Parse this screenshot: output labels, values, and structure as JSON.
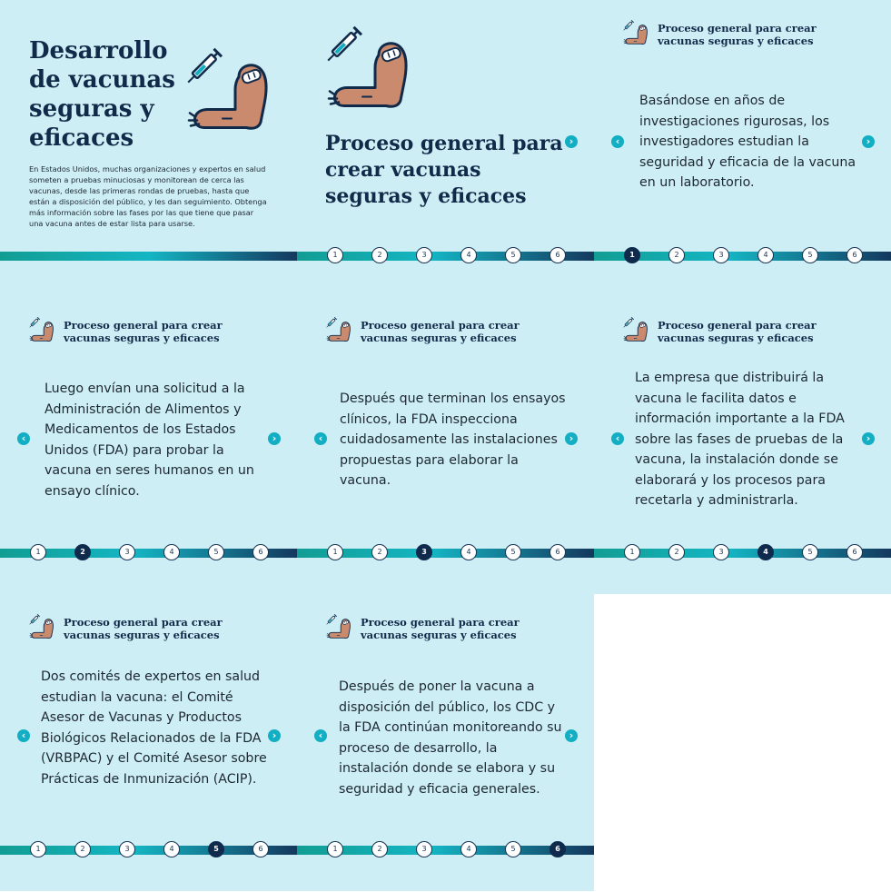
{
  "intro": {
    "title": "Desarrollo de vacunas seguras y eficaces",
    "text": "En Estados Unidos, muchas organizaciones y expertos en salud someten a pruebas minuciosas y monitorean de cerca las vacunas, desde las primeras rondas de pruebas, hasta que están a disposición del público, y les dan seguimiento. Obtenga más información sobre las fases por las que tiene que pasar una vacuna antes de estar lista para usarse."
  },
  "cover": {
    "title": "Proceso general para crear vacunas seguras y eficaces"
  },
  "header_title": "Proceso general para crear vacunas seguras y eficaces",
  "step_labels": [
    "1",
    "2",
    "3",
    "4",
    "5",
    "6"
  ],
  "slides": [
    {
      "step": 1,
      "text": "Basándose en años de investigaciones rigurosas, los investigadores estudian la seguridad y eficacia de la vacuna en un laboratorio."
    },
    {
      "step": 2,
      "text": "Luego envían una solicitud a la Administración de Alimentos y Medicamentos de los Estados Unidos (FDA) para probar la vacuna en seres humanos en un ensayo clínico."
    },
    {
      "step": 3,
      "text": "Después que terminan los ensayos clínicos, la FDA inspecciona cuidadosamente las instalaciones propuestas para elaborar la vacuna."
    },
    {
      "step": 4,
      "text": "La empresa que distribuirá la vacuna le facilita datos e información importante a la FDA sobre las fases de pruebas de la vacuna, la instalación donde se elaborará y los procesos para recetarla y administrarla."
    },
    {
      "step": 5,
      "text": "Dos comités de expertos en salud estudian la vacuna: el Comité Asesor de Vacunas y Productos Biológicos Relacionados de la FDA (VRBPAC) y el Comité Asesor sobre Prácticas de Inmunización (ACIP)."
    },
    {
      "step": 6,
      "text": "Después de poner la vacuna a disposición del público, los CDC y la FDA continúan monitoreando su proceso de desarrollo, la instalación donde se elabora y su seguridad y eficacia generales."
    }
  ],
  "icons": {
    "arrow_prev": "‹",
    "arrow_next": "›",
    "illustration": "arm-vaccine-icon"
  },
  "colors": {
    "panel_bg": "#cdeef4",
    "navy": "#112a4a",
    "accent": "#12aec4",
    "skin": "#c98a6e"
  }
}
